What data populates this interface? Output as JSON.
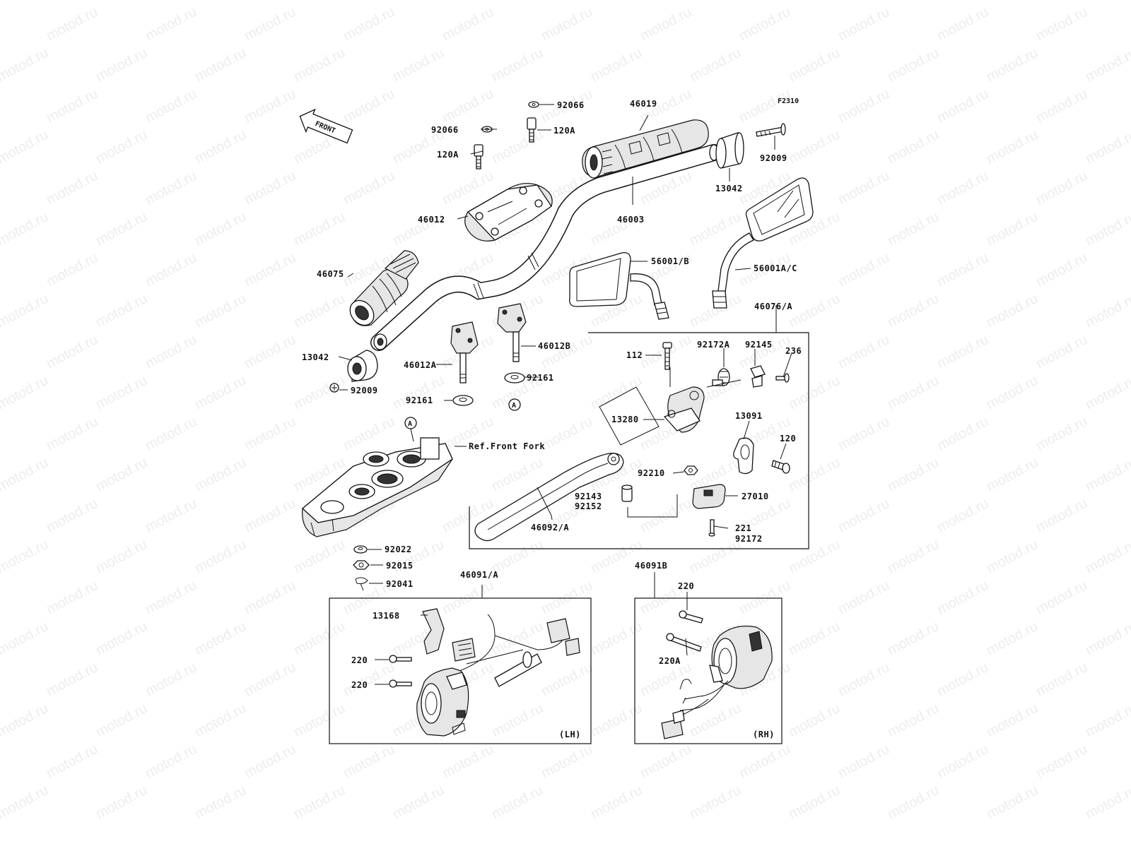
{
  "diagram": {
    "ref_code": "F2310",
    "watermark": "motod.ru",
    "front_arrow": "FRONT",
    "circle_ref": "A",
    "side_lh": "(LH)",
    "side_rh": "(RH)",
    "labels": {
      "p92066a": "92066",
      "p92066b": "92066",
      "p120Aa": "120A",
      "p120Ab": "120A",
      "p46019": "46019",
      "p92009a": "92009",
      "p13042a": "13042",
      "p46012": "46012",
      "p46003": "46003",
      "p56001B": "56001/B",
      "p56001AC": "56001A/C",
      "p46075": "46075",
      "p46076A": "46076/A",
      "p13042b": "13042",
      "p46012A": "46012A",
      "p46012B": "46012B",
      "p92009b": "92009",
      "p92161a": "92161",
      "p92161b": "92161",
      "p112": "112",
      "p92172A": "92172A",
      "p92145": "92145",
      "p236": "236",
      "p13280": "13280",
      "p13091": "13091",
      "p120": "120",
      "refFork": "Ref.Front Fork",
      "p92210": "92210",
      "p27010": "27010",
      "p92143": "92143",
      "p92152": "92152",
      "p46092A": "46092/A",
      "p221": "221",
      "p92172": "92172",
      "p92022": "92022",
      "p92015": "92015",
      "p92041": "92041",
      "p46091A": "46091/A",
      "p46091B": "46091B",
      "p13168": "13168",
      "p220a": "220",
      "p220b": "220",
      "p220c": "220",
      "p220A": "220A"
    }
  }
}
